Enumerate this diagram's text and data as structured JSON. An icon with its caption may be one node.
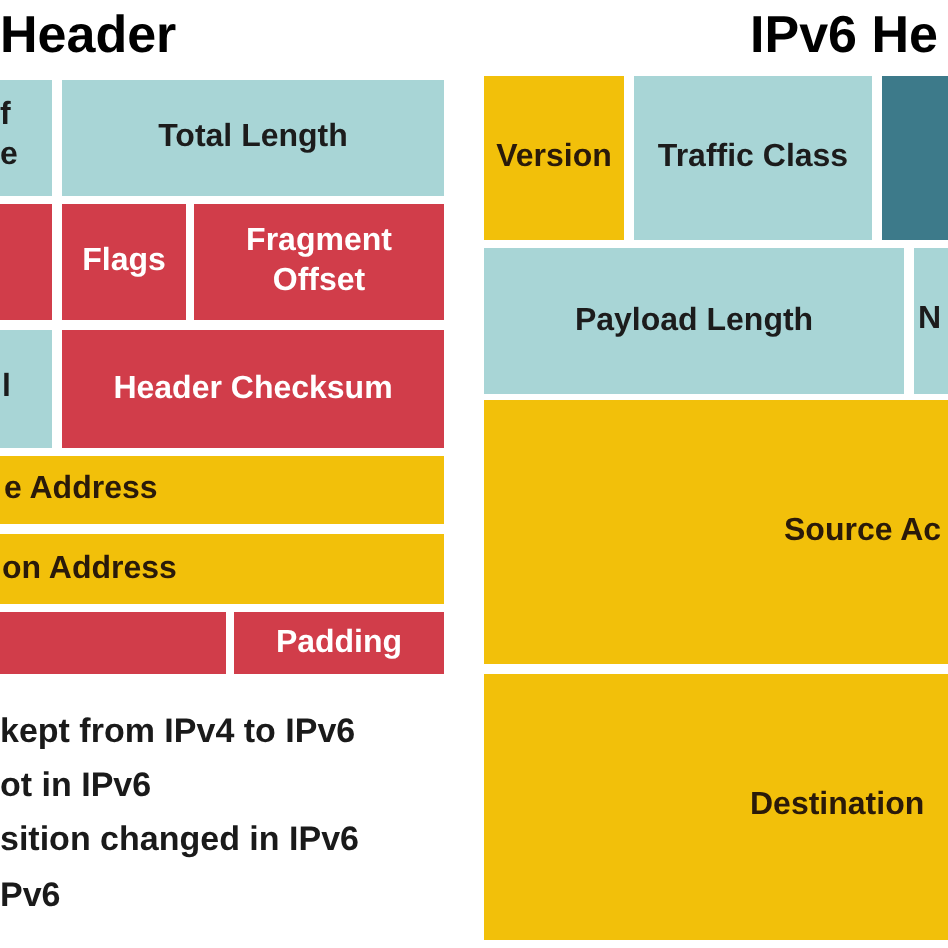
{
  "diagram": {
    "nodes": [
      {
        "text": [
          "f e"
        ]
      },
      {
        "text": [
          "Total Length"
        ]
      },
      {
        "text": [],
        "shape": "box"
      },
      {
        "text": [
          "Flags"
        ]
      },
      {
        "text": [
          "Fragment Offset"
        ]
      },
      {
        "text": [
          "l"
        ]
      },
      {
        "text": [
          "Header Checksum"
        ]
      },
      {
        "text": [
          "e Address"
        ]
      },
      {
        "text": [
          "on Address"
        ]
      },
      {
        "text": [],
        "shape": "box"
      },
      {
        "text": [
          "Padding"
        ]
      },
      {
        "text": [
          "Version"
        ]
      },
      {
        "text": [
          "Traffic Class"
        ]
      },
      {
        "text": [],
        "shape": "box"
      },
      {
        "text": [
          "Payload Length"
        ]
      },
      {
        "text": [
          "N"
        ]
      },
      {
        "text": [
          "Source Ac"
        ]
      },
      {
        "text": [
          "Destination"
        ]
      }
    ],
    "labels": [
      "Header",
      "IPv6 He",
      "kept from IPv4 to IPv6",
      "ot in IPv6",
      "sition changed in IPv6",
      "Pv6"
    ]
  }
}
